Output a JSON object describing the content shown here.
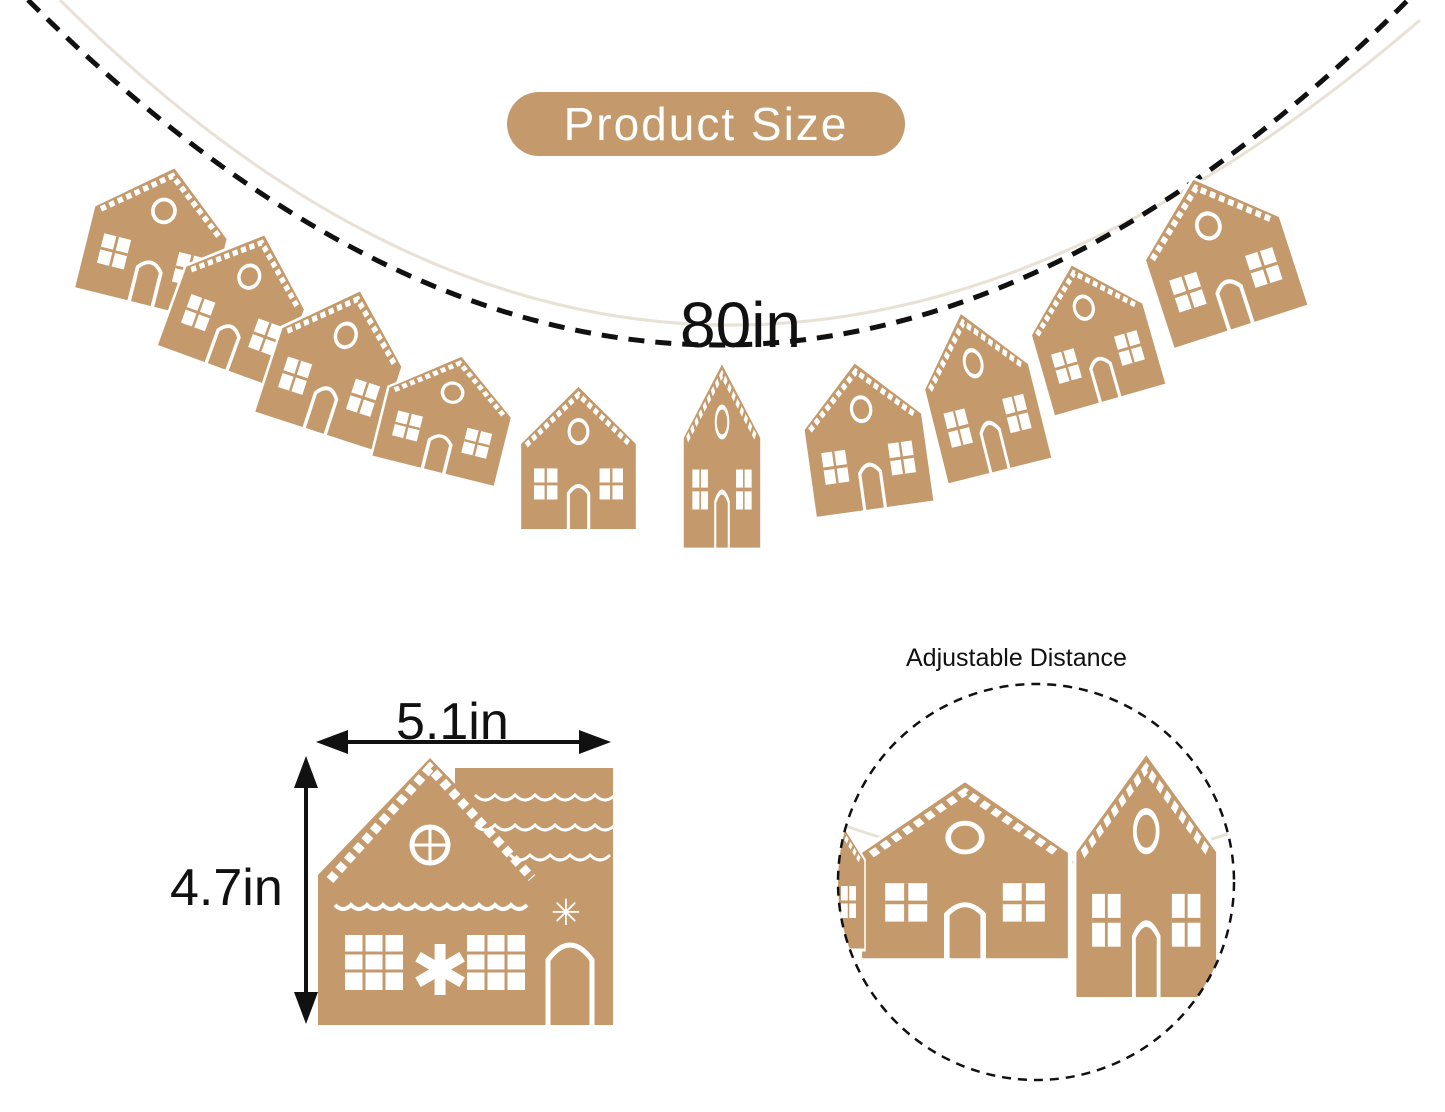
{
  "header": {
    "title": "Product Size"
  },
  "measurements": {
    "length": "80in",
    "width": "5.1in",
    "height": "4.7in"
  },
  "detail": {
    "label": "Adjustable Distance"
  },
  "colors": {
    "kraft": "#c49a6c",
    "accent_text": "#ffffff",
    "line": "#111111"
  }
}
